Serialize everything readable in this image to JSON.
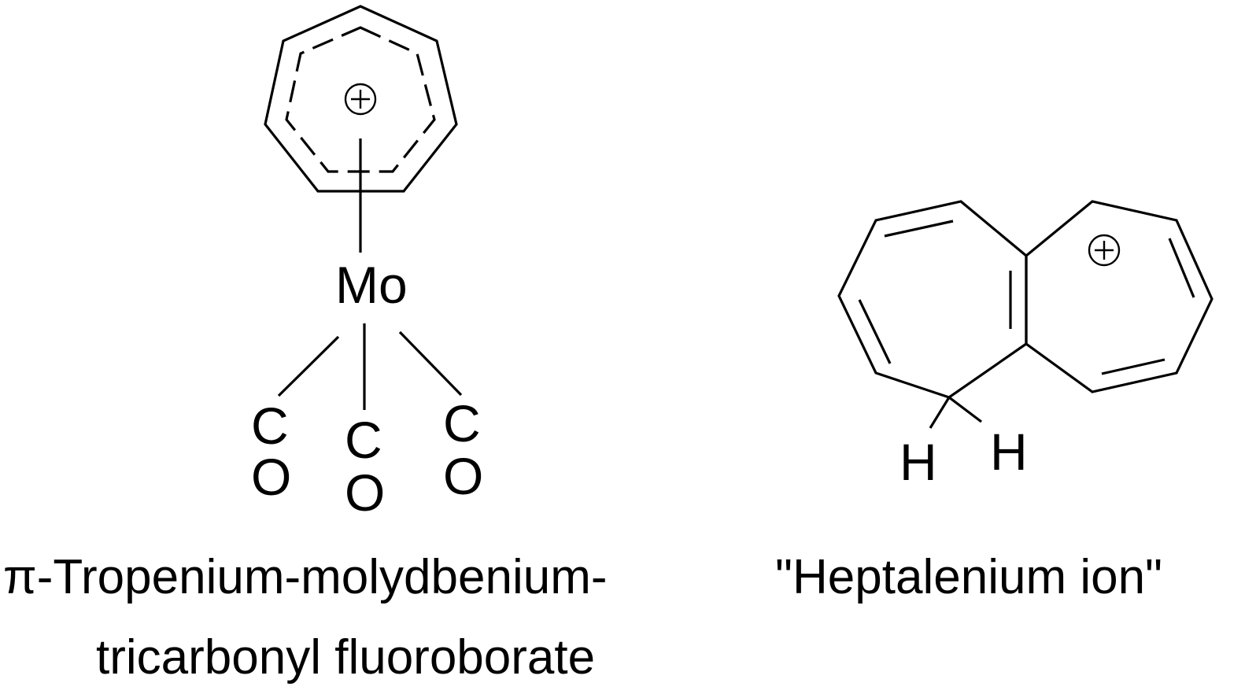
{
  "molecules": [
    {
      "id": "tropenium-mo",
      "atoms": {
        "metal": "Mo",
        "carbonyl_carbon": "C",
        "carbonyl_oxygen": "O"
      },
      "charge": "+",
      "caption_line1": "π-Tropenium-molydbenium-",
      "caption_line2": "tricarbonyl fluoroborate"
    },
    {
      "id": "heptalenium",
      "atoms": {
        "hydrogen_left": "H",
        "hydrogen_right": "H"
      },
      "charge": "+",
      "caption_line1": "\"Heptalenium ion\""
    }
  ],
  "colors": {
    "ink": "#000000",
    "background": "#ffffff"
  }
}
